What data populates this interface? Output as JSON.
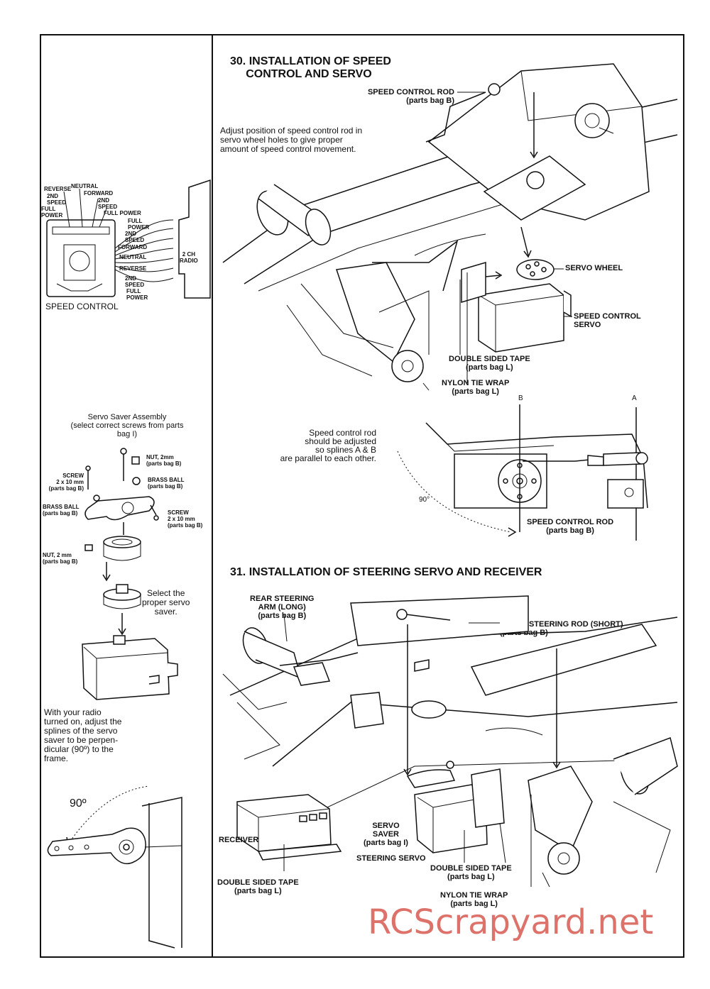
{
  "left": {
    "speed_control": {
      "labels": {
        "reverse": "REVERSE",
        "neutral_top": "NEUTRAL",
        "forward_top": "FORWARD",
        "second_speed_left": "2ND\nSPEED",
        "full_power_left": "FULL\nPOWER",
        "second_speed_right": "2ND\nSPEED",
        "full_power_top": "FULL POWER",
        "full_power_r": "FULL\nPOWER",
        "second_speed_r": "2ND\nSPEED",
        "forward_r": "FORWARD",
        "neutral_r": "NEUTRAL",
        "reverse_r": "REVERSE",
        "second_speed_r2": "2ND\nSPEED",
        "full_power_r2": "FULL\nPOWER"
      },
      "radio_label": "2 CH\nRADIO",
      "caption": "SPEED CONTROL"
    },
    "servo_saver": {
      "title": "Servo Saver Assembly\n(select correct screws from parts\nbag I)",
      "nut_top": "NUT, 2mm\n(parts bag B)",
      "screw_left": "SCREW\n2 x 10 mm\n(parts bag B)",
      "brass_ball_right": "BRASS BALL\n(parts bag B)",
      "brass_ball_left": "BRASS BALL\n(parts bag B)",
      "screw_right": "SCREW\n2 x 10 mm\n(parts bag B)",
      "nut_bottom": "NUT, 2 mm\n(parts bag B)",
      "select_note": "Select the\nproper servo\nsaver."
    },
    "radio_note": "With your radio\nturned on, adjust the\nsplines of the servo\nsaver to be perpen-\ndicular (90º) to the\nframe.",
    "angle_label": "90º"
  },
  "step30": {
    "title": "30. INSTALLATION OF SPEED\n     CONTROL AND SERVO",
    "rod_label": "SPEED CONTROL ROD\n(parts bag B)",
    "instruction": "Adjust position of speed control rod in\nservo wheel holes to give proper\namount of speed control movement.",
    "servo_wheel": "SERVO WHEEL",
    "speed_servo": "SPEED CONTROL\nSERVO",
    "tape": "DOUBLE SIDED TAPE\n(parts bag L)",
    "tie_wrap": "NYLON TIE WRAP\n(parts bag L)",
    "spline_a": "A",
    "spline_b": "B",
    "adjust_note": "Speed control rod\nshould be adjusted\nso splines A & B\nare parallel to each other.",
    "angle_small": "90°",
    "rod_label_2": "SPEED CONTROL ROD\n(parts bag B)"
  },
  "step31": {
    "title": "31. INSTALLATION OF STEERING SERVO AND RECEIVER",
    "rear_arm": "REAR STEERING\nARM (LONG)\n(parts bag B)",
    "front_rod": "FRONT STEERING ROD (SHORT)\n(parts bag B)",
    "receiver": "RECEIVER",
    "tape_left": "DOUBLE SIDED TAPE\n(parts bag L)",
    "servo_saver": "SERVO\nSAVER\n(parts bag I)",
    "steering_servo": "STEERING SERVO",
    "tape_right": "DOUBLE SIDED TAPE\n(parts bag L)",
    "tie_wrap": "NYLON TIE WRAP\n(parts bag L)"
  },
  "watermark": "RCScrapyard.net"
}
